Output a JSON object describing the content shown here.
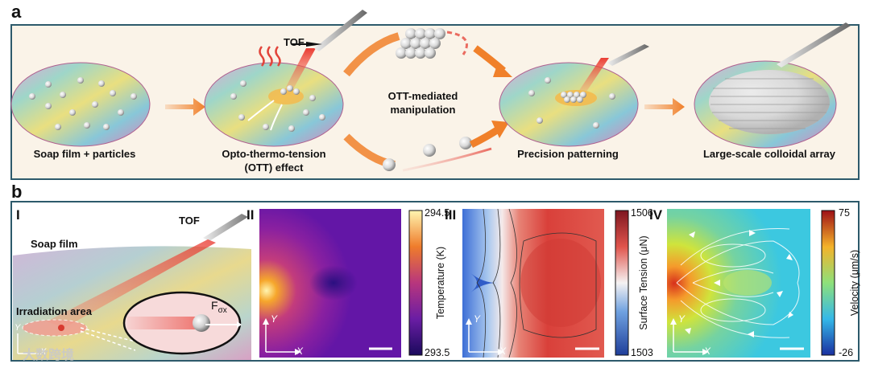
{
  "panel_a": {
    "letter": "a",
    "tof_label": "TOF",
    "step1_caption": "Soap film + particles",
    "step2_caption_line1": "Opto-thermo-tension",
    "step2_caption_line2": "(OTT) effect",
    "middle_caption_line1": "OTT-mediated",
    "middle_caption_line2": "manipulation",
    "step3_caption": "Precision patterning",
    "step4_caption": "Large-scale colloidal array"
  },
  "panel_b": {
    "letter": "b",
    "sub1": {
      "label": "I",
      "tof_label": "TOF",
      "soap_film_label": "Soap film",
      "irradiation_label": "Irradiation area",
      "force_label": "F",
      "force_sub": "σx",
      "axis_y": "Y",
      "axis_x": "X"
    },
    "sub2": {
      "label": "II",
      "colorbar_label": "Temperature (K)",
      "max": "294.5",
      "min": "293.5",
      "axis_y": "Y",
      "axis_x": "X"
    },
    "sub3": {
      "label": "III",
      "colorbar_label": "Surface Tension (μN)",
      "max": "1506",
      "min": "1503",
      "axis_y": "Y",
      "axis_x": "X"
    },
    "sub4": {
      "label": "IV",
      "colorbar_label": "Velocity (μm/s)",
      "max": "75",
      "min": "-26",
      "axis_y": "Y",
      "axis_x": "X"
    }
  },
  "watermark": "大数跨境",
  "colors": {
    "border": "#2d5a6b",
    "arrow_orange": "#f0802a",
    "laser_red": "#e8332a"
  }
}
